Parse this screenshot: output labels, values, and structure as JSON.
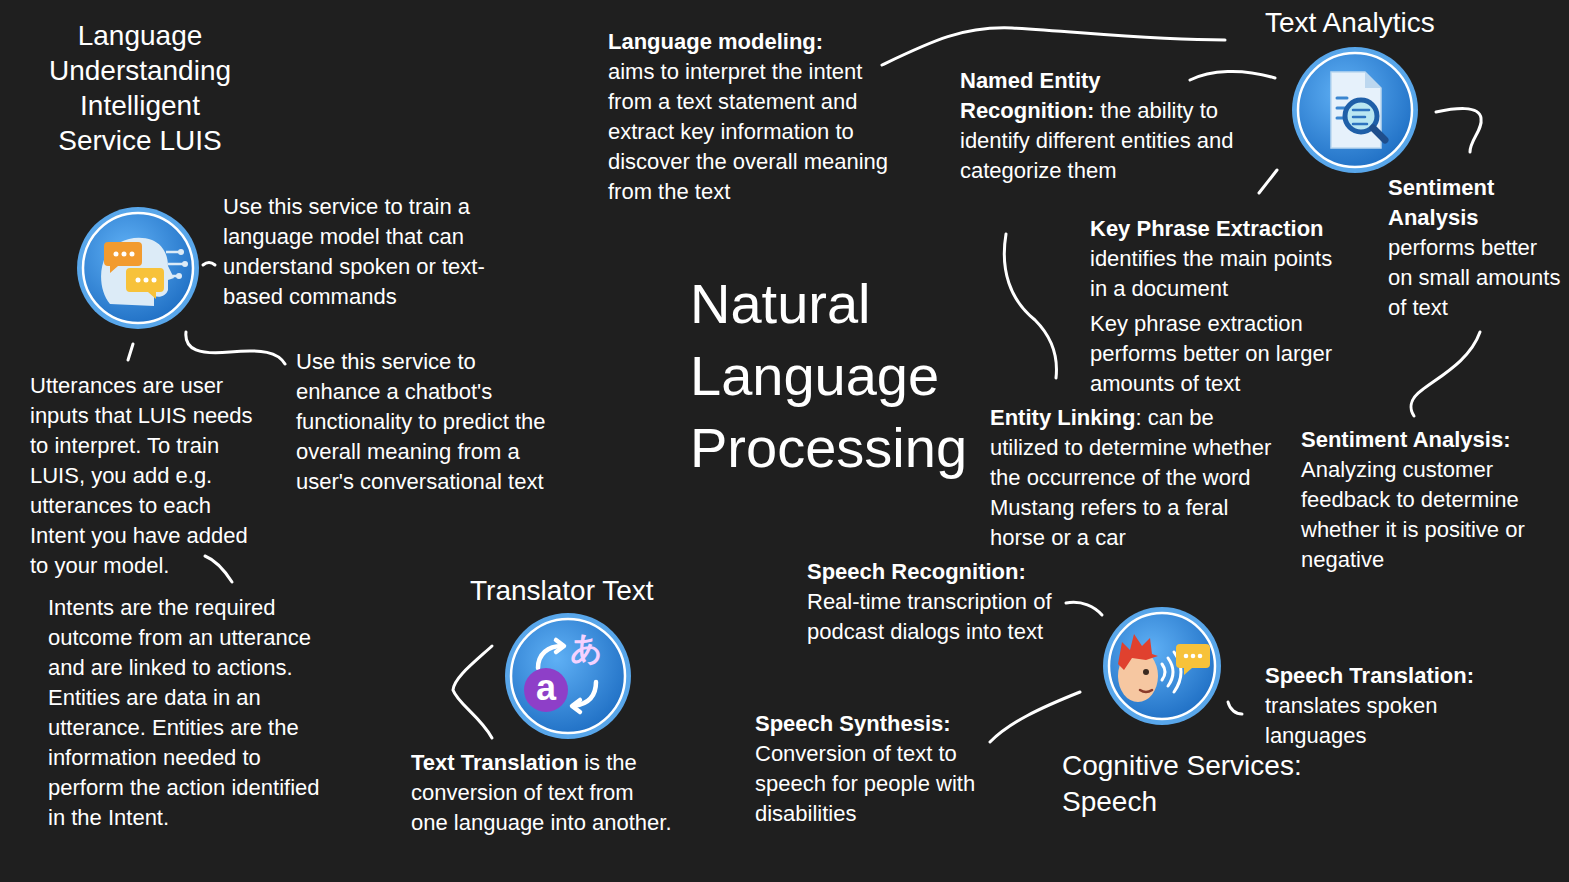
{
  "diagram": {
    "title": "Natural Language Processing",
    "nodes": [
      {
        "text": [
          "Language Understanding Intelligent Service LUIS"
        ]
      },
      {
        "text": [
          "Text Analytics"
        ]
      },
      {
        "text": [
          "Translator Text",
          "あ",
          "a"
        ]
      },
      {
        "text": [
          "Cognitive Services: Speech"
        ]
      }
    ],
    "labels": [
      "Use this service to train a language model that can understand spoken or text-based commands",
      "Use this service to enhance a chatbot's functionality to predict the overall meaning from a user's conversational text",
      "Utterances are user inputs that LUIS needs to interpret. To train LUIS, you add e.g. utterances to each Intent you have added to your model.",
      "Intents are the required outcome from an utterance and are linked to actions. Entities are data in an utterance. Entities are the information needed to perform the action identified in the Intent.",
      "Language modeling:",
      "aims to interpret the intent from a text statement and extract key information to discover the overall meaning from the text",
      "Named Entity Recognition:",
      "the ability to identify different entities and categorize them",
      "Key Phrase Extraction",
      "identifies the main points in a document",
      "Key phrase extraction performs better on larger amounts of text",
      "Sentiment Analysis",
      "performs better on small amounts of text",
      "Entity Linking",
      ": can be utilized to determine whether the occurrence of the word Mustang refers to a feral horse or a car",
      "Sentiment Analysis:",
      "Analyzing customer feedback to determine whether it is positive or negative",
      "Speech Recognition:",
      "Real-time transcription of podcast dialogs into text",
      "Text Translation",
      "is the conversion of text from one language into another.",
      "Speech Synthesis:",
      "Conversion of text to speech for people with disabilities",
      "Speech Translation:",
      "translates spoken languages"
    ]
  }
}
